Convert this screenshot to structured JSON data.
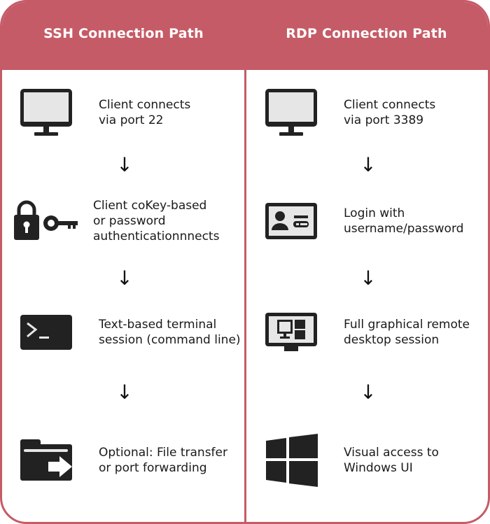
{
  "theme": {
    "accent": "#c55b66",
    "icon": "#222222",
    "text": "#1a1a1a",
    "background": "#ffffff"
  },
  "ssh": {
    "title": "SSH Connection Path",
    "arrow": "↓",
    "steps": [
      {
        "icon": "monitor-icon",
        "label": "Client connects\nvia port 22"
      },
      {
        "icon": "lock-key-icon",
        "label": "Client coKey-based\nor password\nauthenticationnnects"
      },
      {
        "icon": "terminal-icon",
        "label": "Text-based terminal\nsession (command line)"
      },
      {
        "icon": "folder-transfer-icon",
        "label": "Optional: File transfer\nor port forwarding"
      }
    ]
  },
  "rdp": {
    "title": "RDP Connection Path",
    "arrow": "↓",
    "steps": [
      {
        "icon": "monitor-icon",
        "label": "Client connects\nvia port 3389"
      },
      {
        "icon": "id-card-icon",
        "label": "Login with\nusername/password"
      },
      {
        "icon": "remote-desktop-icon",
        "label": "Full graphical remote\ndesktop session"
      },
      {
        "icon": "windows-logo-icon",
        "label": "Visual access to\nWindows UI"
      }
    ]
  }
}
